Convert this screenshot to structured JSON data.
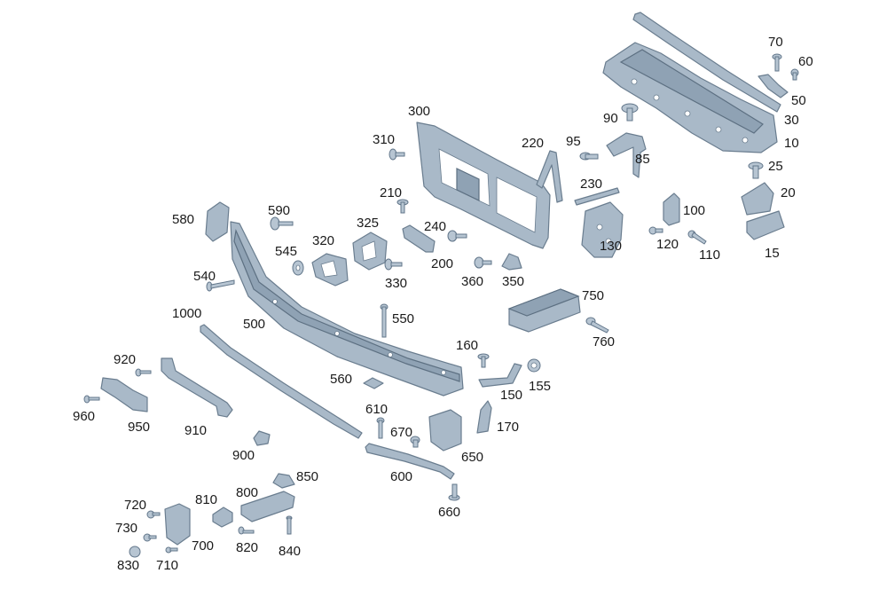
{
  "parts": [
    {
      "id": "p10",
      "label": "10"
    },
    {
      "id": "p15",
      "label": "15"
    },
    {
      "id": "p20",
      "label": "20"
    },
    {
      "id": "p25",
      "label": "25"
    },
    {
      "id": "p30",
      "label": "30"
    },
    {
      "id": "p50",
      "label": "50"
    },
    {
      "id": "p60",
      "label": "60"
    },
    {
      "id": "p70",
      "label": "70"
    },
    {
      "id": "p85",
      "label": "85"
    },
    {
      "id": "p90",
      "label": "90"
    },
    {
      "id": "p95",
      "label": "95"
    },
    {
      "id": "p100",
      "label": "100"
    },
    {
      "id": "p110",
      "label": "110"
    },
    {
      "id": "p120",
      "label": "120"
    },
    {
      "id": "p130",
      "label": "130"
    },
    {
      "id": "p150",
      "label": "150"
    },
    {
      "id": "p155",
      "label": "155"
    },
    {
      "id": "p160",
      "label": "160"
    },
    {
      "id": "p170",
      "label": "170"
    },
    {
      "id": "p200",
      "label": "200"
    },
    {
      "id": "p210",
      "label": "210"
    },
    {
      "id": "p220",
      "label": "220"
    },
    {
      "id": "p230",
      "label": "230"
    },
    {
      "id": "p240",
      "label": "240"
    },
    {
      "id": "p300",
      "label": "300"
    },
    {
      "id": "p310",
      "label": "310"
    },
    {
      "id": "p320",
      "label": "320"
    },
    {
      "id": "p325",
      "label": "325"
    },
    {
      "id": "p330",
      "label": "330"
    },
    {
      "id": "p350",
      "label": "350"
    },
    {
      "id": "p360",
      "label": "360"
    },
    {
      "id": "p500",
      "label": "500"
    },
    {
      "id": "p540",
      "label": "540"
    },
    {
      "id": "p545",
      "label": "545"
    },
    {
      "id": "p550",
      "label": "550"
    },
    {
      "id": "p560",
      "label": "560"
    },
    {
      "id": "p580",
      "label": "580"
    },
    {
      "id": "p590",
      "label": "590"
    },
    {
      "id": "p600",
      "label": "600"
    },
    {
      "id": "p610",
      "label": "610"
    },
    {
      "id": "p650",
      "label": "650"
    },
    {
      "id": "p660",
      "label": "660"
    },
    {
      "id": "p670",
      "label": "670"
    },
    {
      "id": "p700",
      "label": "700"
    },
    {
      "id": "p710",
      "label": "710"
    },
    {
      "id": "p720",
      "label": "720"
    },
    {
      "id": "p730",
      "label": "730"
    },
    {
      "id": "p750",
      "label": "750"
    },
    {
      "id": "p760",
      "label": "760"
    },
    {
      "id": "p800",
      "label": "800"
    },
    {
      "id": "p810",
      "label": "810"
    },
    {
      "id": "p820",
      "label": "820"
    },
    {
      "id": "p830",
      "label": "830"
    },
    {
      "id": "p840",
      "label": "840"
    },
    {
      "id": "p850",
      "label": "850"
    },
    {
      "id": "p900",
      "label": "900"
    },
    {
      "id": "p910",
      "label": "910"
    },
    {
      "id": "p920",
      "label": "920"
    },
    {
      "id": "p950",
      "label": "950"
    },
    {
      "id": "p960",
      "label": "960"
    },
    {
      "id": "p1000",
      "label": "1000"
    }
  ]
}
